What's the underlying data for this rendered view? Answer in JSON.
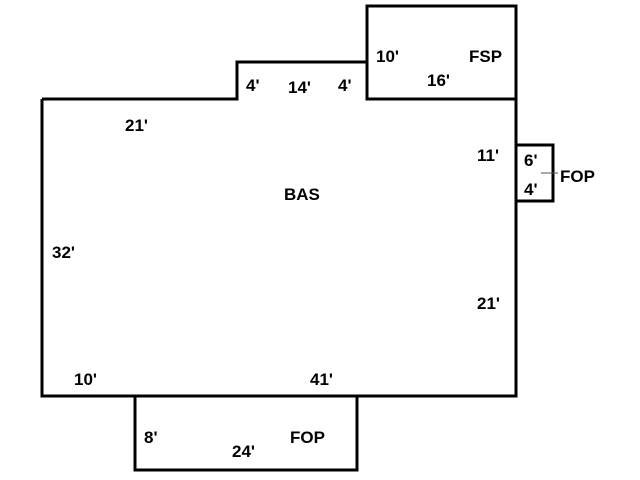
{
  "areas": {
    "bas": {
      "label": "BAS"
    },
    "fsp": {
      "label": "FSP"
    },
    "fop_right": {
      "label": "FOP"
    },
    "fop_bottom": {
      "label": "FOP"
    }
  },
  "dimensions": {
    "bas_top_left": "21'",
    "bas_notch_left": "4'",
    "bas_notch_top": "14'",
    "bas_notch_right": "4'",
    "bas_left": "32'",
    "bas_right_upper": "11'",
    "bas_right_lower": "21'",
    "bas_bottom_left": "10'",
    "bas_bottom": "41'",
    "fsp_side": "10'",
    "fsp_bottom": "16'",
    "fop_right_width": "6'",
    "fop_right_depth": "4'",
    "fop_bottom_side": "8'",
    "fop_bottom_width": "24'"
  }
}
